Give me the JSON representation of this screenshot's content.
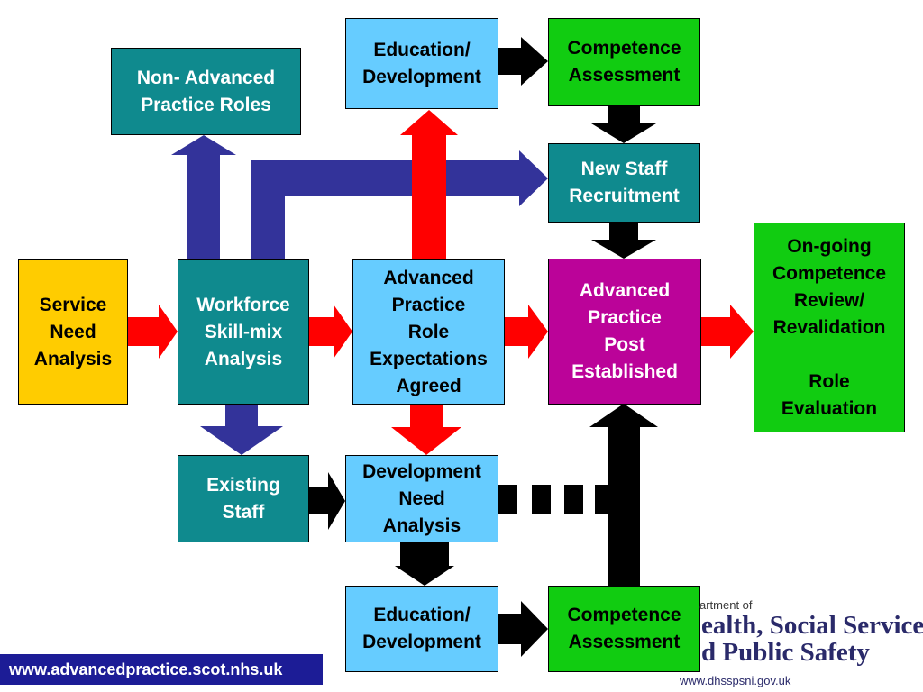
{
  "boxes": {
    "service_need": "Service\nNeed\nAnalysis",
    "workforce": "Workforce\nSkill-mix\nAnalysis",
    "non_advanced": "Non- Advanced\nPractice Roles",
    "education_top": "Education/\nDevelopment",
    "competence_top": "Competence\nAssessment",
    "new_staff": "New Staff\nRecruitment",
    "role_expectations": "Advanced\nPractice\nRole\nExpectations\nAgreed",
    "post_established": "Advanced\nPractice\nPost\nEstablished",
    "ongoing_review": "On-going\nCompetence\nReview/\nRevalidation\n\nRole\nEvaluation",
    "existing_staff": "Existing\nStaff",
    "development_need": "Development\nNeed\nAnalysis",
    "education_bottom": "Education/\nDevelopment",
    "competence_bottom": "Competence\nAssessment"
  },
  "footer": {
    "website": "www.advancedpractice.scot.nhs.uk"
  },
  "logo": {
    "line1": "artment of",
    "line2": "ealth, Social Services",
    "line3": "d Public Safety",
    "url": "www.dhsspsni.gov.uk"
  },
  "colors": {
    "teal": "#0f8a8e",
    "sky": "#66ccff",
    "green": "#11cc11",
    "yellow": "#ffcc00",
    "magenta": "#bb0399",
    "red_arrow": "#ff0000",
    "blue_arrow": "#33339a",
    "black_arrow": "#000000",
    "url_bar": "#1c1c96"
  }
}
